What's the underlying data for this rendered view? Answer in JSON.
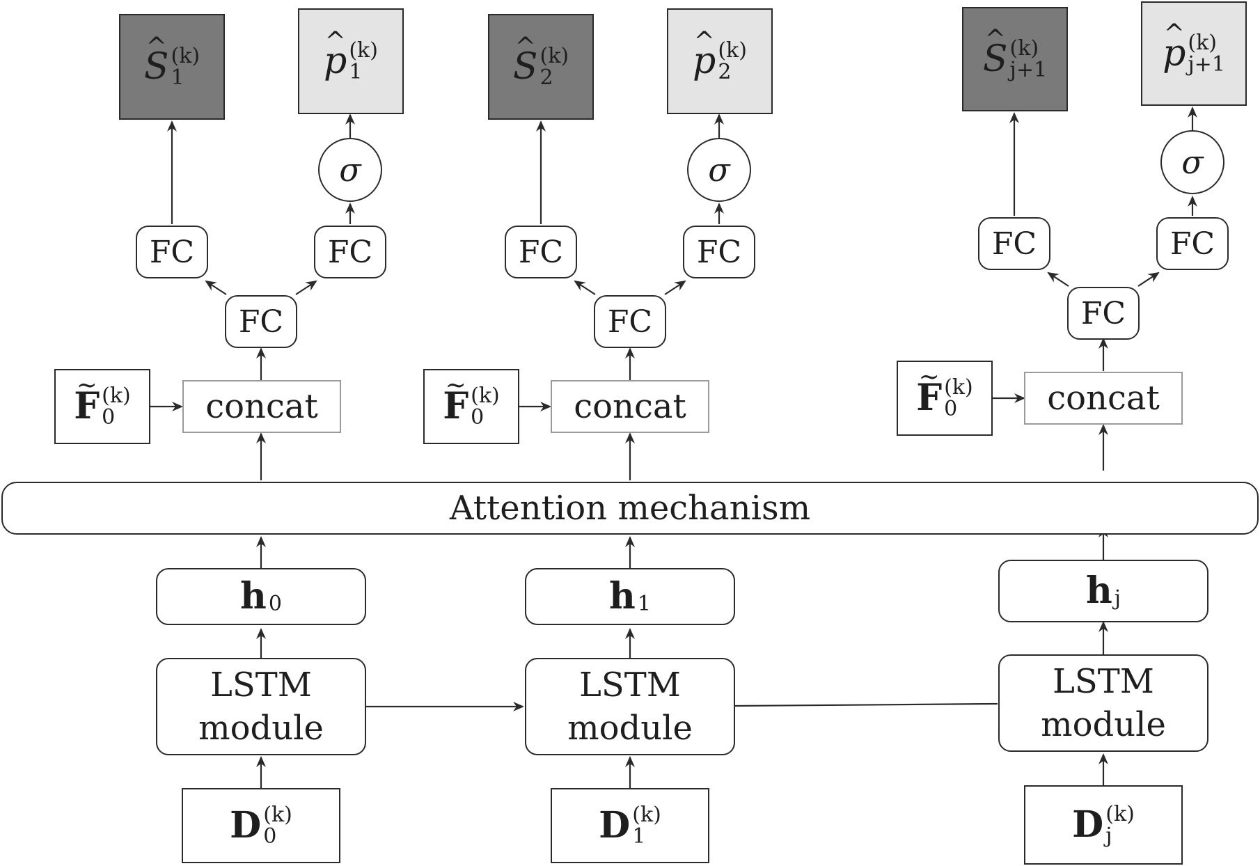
{
  "attention": {
    "label": "Attention mechanism"
  },
  "columns": [
    {
      "s_output": {
        "base": "S",
        "sup": "(k)",
        "sub": "1"
      },
      "p_output": {
        "base": "p",
        "sup": "(k)",
        "sub": "1"
      },
      "sigma": "σ",
      "fc_left": "FC",
      "fc_right": "FC",
      "fc_mid": "FC",
      "concat": "concat",
      "feature": {
        "base": "F",
        "sup": "(k)",
        "sub": "0"
      },
      "hidden": {
        "base": "h",
        "sub": "0"
      },
      "lstm": {
        "line1": "LSTM",
        "line2": "module"
      },
      "input": {
        "base": "D",
        "sup": "(k)",
        "sub": "0"
      }
    },
    {
      "s_output": {
        "base": "S",
        "sup": "(k)",
        "sub": "2"
      },
      "p_output": {
        "base": "p",
        "sup": "(k)",
        "sub": "2"
      },
      "sigma": "σ",
      "fc_left": "FC",
      "fc_right": "FC",
      "fc_mid": "FC",
      "concat": "concat",
      "feature": {
        "base": "F",
        "sup": "(k)",
        "sub": "0"
      },
      "hidden": {
        "base": "h",
        "sub": "1"
      },
      "lstm": {
        "line1": "LSTM",
        "line2": "module"
      },
      "input": {
        "base": "D",
        "sup": "(k)",
        "sub": "1"
      }
    },
    {
      "s_output": {
        "base": "S",
        "sup": "(k)",
        "sub": "j+1"
      },
      "p_output": {
        "base": "p",
        "sup": "(k)",
        "sub": "j+1"
      },
      "sigma": "σ",
      "fc_left": "FC",
      "fc_right": "FC",
      "fc_mid": "FC",
      "concat": "concat",
      "feature": {
        "base": "F",
        "sup": "(k)",
        "sub": "0"
      },
      "hidden": {
        "base": "h",
        "sub": "j"
      },
      "lstm": {
        "line1": "LSTM",
        "line2": "module"
      },
      "input": {
        "base": "D",
        "sup": "(k)",
        "sub": "j"
      }
    }
  ],
  "colors": {
    "dark_output": "#7a7a7a",
    "light_output": "#e4e4e4",
    "stroke": "#2a2a2a",
    "concat_border": "#9a9a9a"
  }
}
